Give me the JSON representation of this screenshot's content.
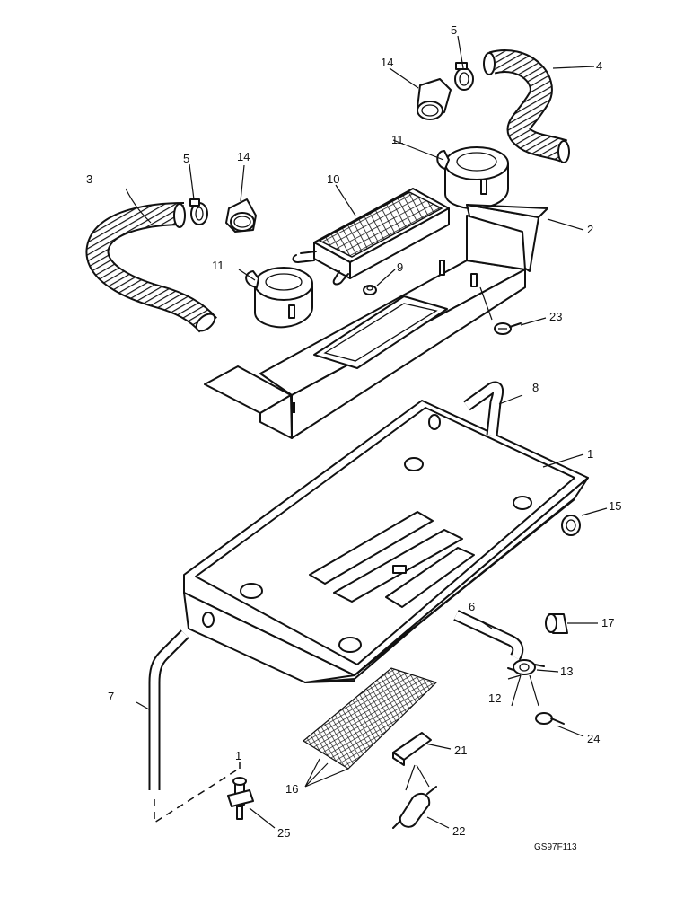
{
  "diagram": {
    "reference_code": "GS97F113",
    "callouts": {
      "c1": "1",
      "c2": "2",
      "c3": "3",
      "c4": "4",
      "c5a": "5",
      "c5b": "5",
      "c6": "6",
      "c7": "7",
      "c8": "8",
      "c9": "9",
      "c10": "10",
      "c11a": "11",
      "c11b": "11",
      "c12": "12",
      "c13": "13",
      "c14a": "14",
      "c14b": "14",
      "c15": "15",
      "c16": "16",
      "c17": "17",
      "c21": "21",
      "c22": "22",
      "c23": "23",
      "c24": "24",
      "c25": "25",
      "c1b": "1"
    }
  }
}
